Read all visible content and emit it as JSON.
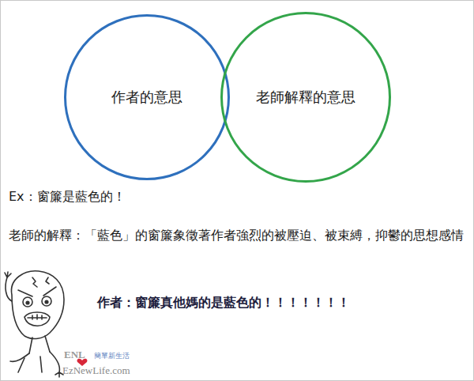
{
  "diagram": {
    "nodes": [
      {
        "text": [
          "作者的意思"
        ]
      },
      {
        "text": [
          "老師解釋的意思"
        ]
      }
    ],
    "labels": [
      "Ex：窗簾是藍色的！",
      "老師的解釋：「藍色」的窗簾象徵著作者強烈的被壓迫、被束縛，抑鬱的思想感情",
      "作者：窗簾真他媽的是藍色的！！！！！！！",
      "ENL",
      "簡單新生活",
      "EzNewLife.com"
    ]
  }
}
